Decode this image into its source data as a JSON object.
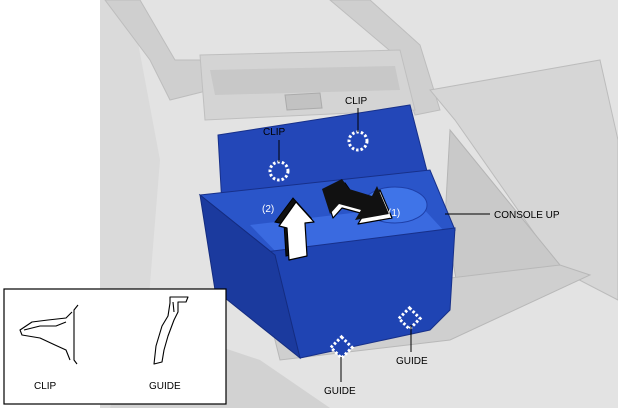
{
  "labels": {
    "clip_top_left": "CLIP",
    "clip_top_right": "CLIP",
    "step_1": "(1)",
    "step_2": "(2)",
    "console_up": "CONSOLE UP",
    "guide_right": "GUIDE",
    "guide_bottom": "GUIDE"
  },
  "legend": {
    "clip_label": "CLIP",
    "guide_label": "GUIDE"
  },
  "colors": {
    "panel_blue": "#2347b8",
    "panel_blue_dark": "#1b3a9e",
    "panel_blue_light": "#3a6ae0",
    "console_gray": "#d9d9d9"
  }
}
